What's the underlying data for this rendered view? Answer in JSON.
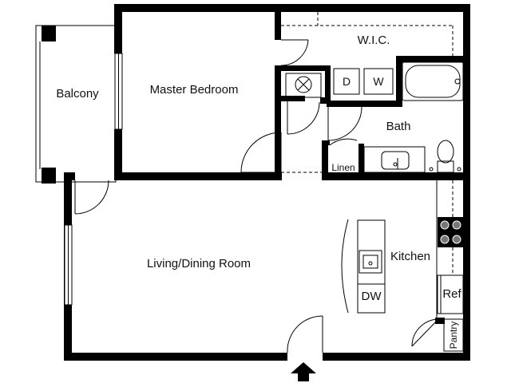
{
  "rooms": {
    "balcony": "Balcony",
    "master_bedroom": "Master Bedroom",
    "wic": "W.I.C.",
    "washer_dryer_d": "D",
    "washer_dryer_w": "W",
    "bath": "Bath",
    "linen": "Linen",
    "kitchen": "Kitchen",
    "dishwasher": "DW",
    "refrigerator": "Ref",
    "pantry": "Pantry",
    "living_dining": "Living/Dining Room"
  },
  "colors": {
    "wall": "#000000",
    "background": "#ffffff"
  },
  "icons": {
    "entry": "entry-arrow-icon"
  }
}
